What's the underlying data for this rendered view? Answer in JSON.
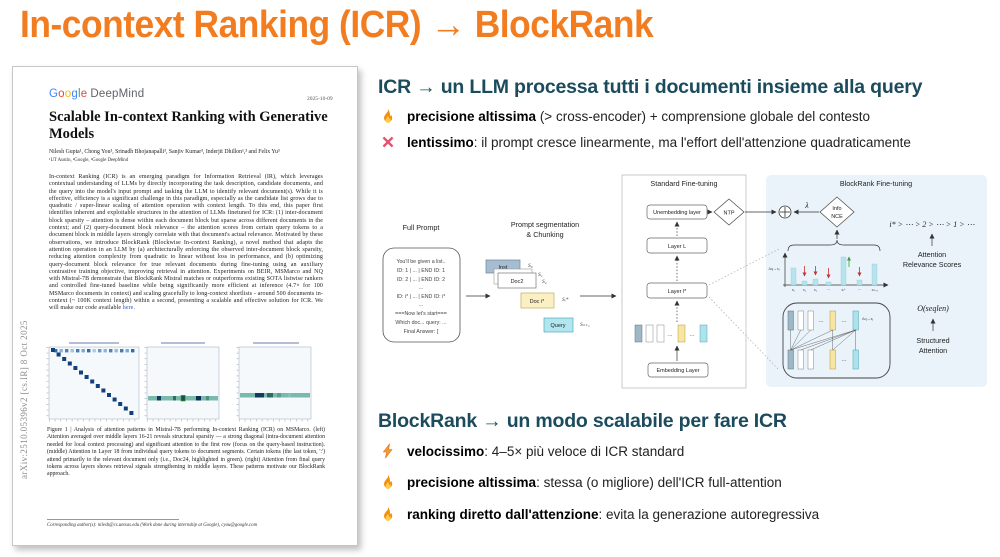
{
  "title": "In-context Ranking (ICR) → BlockRank",
  "colors": {
    "accent_orange": "#F27D21",
    "heading_teal": "#1B4B5C",
    "cross_pink": "#E8506E",
    "flame_orange": "#F4900C",
    "bolt_orange": "#F59B2D",
    "google_logo": [
      "#4285F4",
      "#EA4335",
      "#FBBC05",
      "#4285F4",
      "#34A853",
      "#EA4335"
    ]
  },
  "paper": {
    "arxiv_stamp": "arXiv:2510.05396v2  [cs.IR]  8 Oct 2025",
    "logo": {
      "letters": [
        "G",
        "o",
        "o",
        "g",
        "l",
        "e"
      ],
      "suffix": "DeepMind"
    },
    "date": "2025-10-09",
    "title": "Scalable In-context Ranking with Generative Models",
    "authors": "Nilesh Gupta¹, Chong You³, Srinadh Bhojanapalli³, Sanjiv Kumar³, Inderjit Dhillon¹,³ and Felix Yu³",
    "affiliations": "¹UT Austin, ²Google, ³Google DeepMind",
    "abstract": "In-context Ranking (ICR) is an emerging paradigm for Information Retrieval (IR), which leverages contextual understanding of LLMs by directly incorporating the task description, candidate documents, and the query into the model's input prompt and tasking the LLM to identify relevant document(s). While it is effective, efficiency is a significant challenge in this paradigm, especially as the candidate list grows due to quadratic / super-linear scaling of attention operation with context length. To this end, this paper first identifies inherent and exploitable structures in the attention of LLMs finetuned for ICR: (1) inter-document block sparsity – attention is dense within each document block but sparse across different documents in the context; and (2) query-document block relevance – the attention scores from certain query tokens to a document block in middle layers strongly correlate with that document's actual relevance. Motivated by these observations, we introduce BlockRank (Blockwise In-context Ranking), a novel method that adapts the attention operation in an LLM by (a) architecturally enforcing the observed inter-document block sparsity, reducing attention complexity from quadratic to linear without loss in performance, and (b) optimizing query-document block relevance for true relevant documents during fine-tuning using an auxiliary contrastive training objective, improving retrieval in attention. Experiments on BEIR, MSMarco and NQ with Mistral-7B demonstrate that BlockRank Mistral matches or outperforms existing SOTA listwise rankers and controlled fine-tuned baseline while being significantly more efficient at inference (4.7× for 100 MSMarco documents in context) and scaling gracefully to long-context shortlists - around 500 documents in-context (~ 100K context length) within a second, presenting a scalable and effective solution for ICR. We will make our code available ",
    "abstract_link": "here.",
    "figure_caption": "Figure 1 | Analysis of attention patterns in Mistral-7B performing In-context Ranking (ICR) on MSMarco. (left) Attention averaged over middle layers 16-21 reveals structural sparsity — a strong diagonal (intra-document attention needed for local context processing) and significant attention to the first row (focus on the query-based instruction). (middle) Attention in Layer 18 from individual query tokens to document segments. Certain tokens (the last token, ':') attend primarily to the relevant document only (i.e., Doc24, highlighted in green). (right) Attention from final query tokens across layers shows retrieval signals strengthening in middle layers. These patterns motivate our BlockRank approach.",
    "footnote": "Corresponding author(s): nilesh@cs.utexas.edu (Work done during internship at Google), cyou@google.com"
  },
  "icr_section": {
    "heading": "ICR → un LLM processa tutti i documenti insieme alla query",
    "bullets": [
      {
        "icon": "flame-icon",
        "lead": "precisione altissima",
        "rest": " (> cross-encoder) + comprensione globale del contesto"
      },
      {
        "icon": "cross-icon",
        "lead": "lentissimo",
        "rest": ": il prompt cresce linearmente, ma l'effort dell'attenzione quadraticamente"
      }
    ]
  },
  "blockrank_section": {
    "heading": "BlockRank → un modo scalabile per fare ICR",
    "bullets": [
      {
        "icon": "bolt-icon",
        "lead": "velocissimo",
        "rest": ": 4–5× più veloce di ICR standard"
      },
      {
        "icon": "flame-icon",
        "lead": "precisione altissima",
        "rest": ": stessa (o migliore) dell'ICR full-attention"
      },
      {
        "icon": "flame-icon",
        "lead": "ranking diretto dall'attenzione",
        "rest": ": evita la generazione autoregressiva"
      }
    ]
  },
  "diagram": {
    "full_prompt_label": "Full Prompt",
    "full_prompt_lines": [
      "You'll be given a list..",
      "ID: 1 | ... | END ID: 1",
      "ID: 2 | ... | END ID: 2",
      "...",
      "ID: i* | ... | END ID: i*",
      "...",
      "===Now let's start===",
      "Which doc... query: ...",
      "Final Answer: ["
    ],
    "segmentation_label_1": "Prompt segmentation",
    "segmentation_label_2": "& Chunking",
    "chunks": [
      {
        "label": "Inst"
      },
      {
        "label": "Doc2"
      },
      {
        "label": "Doc i*"
      },
      {
        "label": "Query"
      }
    ],
    "s_tags": [
      "S₀",
      "S₁",
      "S₂",
      "Sᵢ*",
      "Sₙ₊₁"
    ],
    "standard_title": "Standard Fine-tuning",
    "standard_boxes": {
      "unembedding": "Unembedding layer",
      "layer_l": "Layer L",
      "layer_lstar": "Layer l*",
      "embedding": "Embedding Layer"
    },
    "ntp_label": "NTP",
    "blockrank_title": "BlockRank Fine-tuning",
    "lambda_label": "λ",
    "infonce_label_1": "Info",
    "infonce_label_2": "NCE",
    "bar_axis_label": "Aq→sⱼ",
    "bar_x_labels": [
      "s₀",
      "s₁",
      "s₂",
      "⋯",
      "sᵢ*",
      "⋯",
      "sₙ₊₁"
    ],
    "ranking_text": "i* > ⋯ > 2 > ⋯ > 1 > ⋯",
    "attention_scores_1": "Attention",
    "attention_scores_2": "Relevance Scores",
    "complexity": "O(seqlen)",
    "structured_1": "Structured",
    "structured_2": "Attention",
    "structured_tag": "Aq→sⱼ"
  }
}
